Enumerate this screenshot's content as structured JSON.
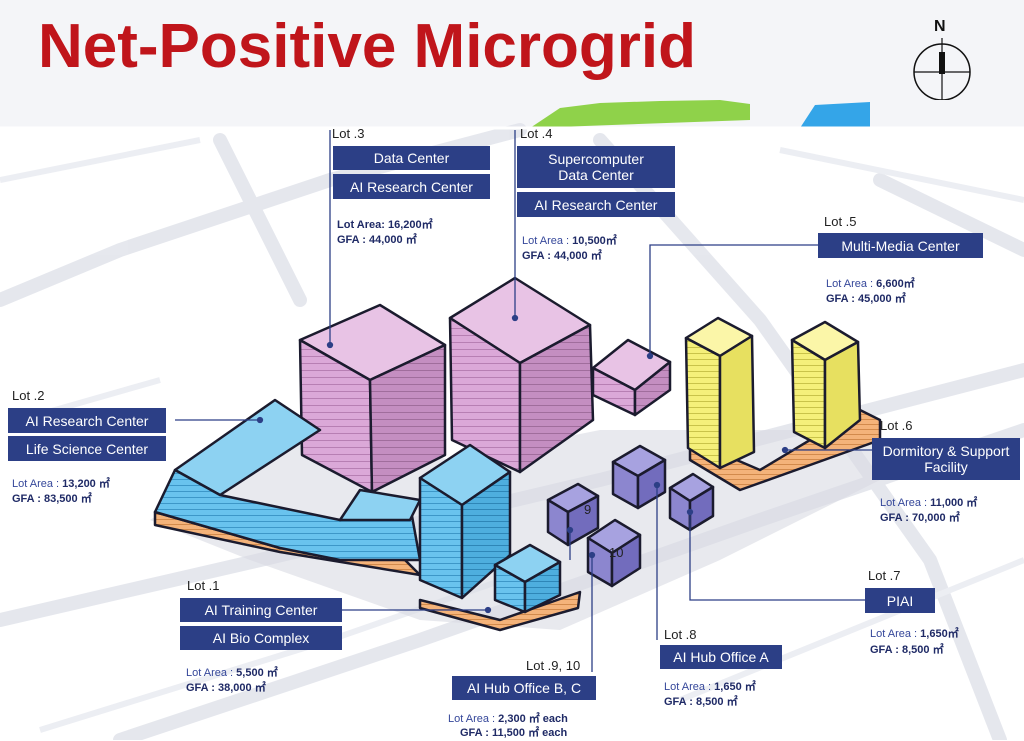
{
  "title": "Net-Positive Microgrid",
  "compass": {
    "label": "N"
  },
  "colors": {
    "title": "#c0151b",
    "label_box": "#2c3f86",
    "data_center_mass": "#dba8d8",
    "research_mass": "#69c3ee",
    "residential_mass": "#f5f07a",
    "podium": "#f4b37a",
    "office_mass": "#8c86cf"
  },
  "building_labels": {
    "lot9": "9",
    "lot10": "10"
  },
  "lots": [
    {
      "id": "lot3",
      "lot": "Lot .3",
      "names": [
        "Data Center",
        "AI Research Center"
      ],
      "area_label": "Lot Area",
      "area": "16,200㎡",
      "gfa_label": "GFA",
      "gfa": "44,000 ㎡"
    },
    {
      "id": "lot4",
      "lot": "Lot .4",
      "names": [
        "Supercomputer Data Center",
        "AI Research Center"
      ],
      "area_label": "Lot Area",
      "area": "10,500㎡",
      "gfa_label": "GFA",
      "gfa": "44,000 ㎡"
    },
    {
      "id": "lot5",
      "lot": "Lot .5",
      "names": [
        "Multi-Media Center"
      ],
      "area_label": "Lot Area",
      "area": "6,600㎡",
      "gfa_label": "GFA",
      "gfa": "45,000 ㎡"
    },
    {
      "id": "lot2",
      "lot": "Lot .2",
      "names": [
        "AI Research Center",
        "Life Science Center"
      ],
      "area_label": "Lot Area",
      "area": "13,200 ㎡",
      "gfa_label": "GFA",
      "gfa": "83,500 ㎡"
    },
    {
      "id": "lot6",
      "lot": "Lot .6",
      "names": [
        "Dormitory & Support Facility"
      ],
      "area_label": "Lot Area",
      "area": "11,000 ㎡",
      "gfa_label": "GFA",
      "gfa": "70,000 ㎡"
    },
    {
      "id": "lot1",
      "lot": "Lot .1",
      "names": [
        "AI Training Center",
        "AI Bio Complex"
      ],
      "area_label": "Lot Area",
      "area": "5,500 ㎡",
      "gfa_label": "GFA",
      "gfa": "38,000 ㎡"
    },
    {
      "id": "lot7",
      "lot": "Lot .7",
      "names": [
        "PIAI"
      ],
      "area_label": "Lot Area",
      "area": "1,650㎡",
      "gfa_label": "GFA",
      "gfa": "8,500 ㎡"
    },
    {
      "id": "lot8",
      "lot": "Lot .8",
      "names": [
        "AI Hub Office A"
      ],
      "area_label": "Lot Area",
      "area": "1,650 ㎡",
      "gfa_label": "GFA",
      "gfa": "8,500 ㎡"
    },
    {
      "id": "lot910",
      "lot": "Lot .9, 10",
      "names": [
        "AI Hub Office B, C"
      ],
      "area_label": "Lot Area",
      "area": "2,300 ㎡ each",
      "gfa_label": "GFA",
      "gfa": "11,500 ㎡ each"
    }
  ]
}
